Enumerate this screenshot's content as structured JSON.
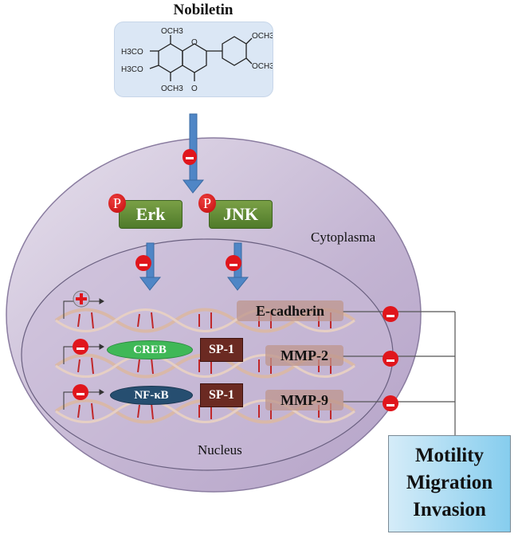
{
  "title": "Nobiletin",
  "molecule": {
    "substituents": [
      "OCH3",
      "H3CO",
      "H3CO",
      "OCH3",
      "O",
      "OCH3",
      "OCH3"
    ],
    "ring_oxygen": "O"
  },
  "kinases": [
    {
      "label": "Erk",
      "phospho": "P"
    },
    {
      "label": "JNK",
      "phospho": "P"
    }
  ],
  "compartments": {
    "cytoplasm": "Cytoplasma",
    "nucleus": "Nucleus"
  },
  "regulators": {
    "plus": "+",
    "minus": "-"
  },
  "transcription_factors": [
    {
      "label": "CREB",
      "color": "#3fb857"
    },
    {
      "label": "NF-κB",
      "color": "#264e70"
    }
  ],
  "sp1_label": "SP-1",
  "genes": [
    {
      "label": "E-cadherin",
      "promoter_effect": "+"
    },
    {
      "label": "MMP-2",
      "promoter_effect": "-"
    },
    {
      "label": "MMP-9",
      "promoter_effect": "-"
    }
  ],
  "outcome": {
    "lines": [
      "Motility",
      "Migration",
      "Invasion"
    ]
  },
  "colors": {
    "arrow": "#4f86c6",
    "inhibit": "#e0161c",
    "cell": "#c9b9d6"
  }
}
